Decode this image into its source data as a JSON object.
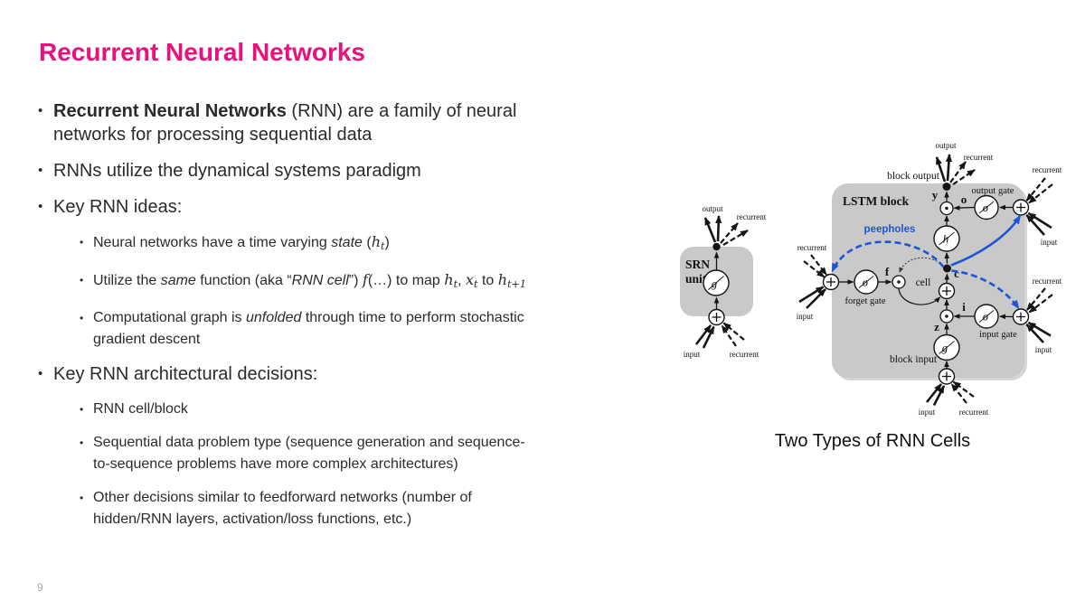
{
  "title": "Recurrent Neural Networks",
  "page_number": "9",
  "caption": "Two Types of RNN Cells",
  "colors": {
    "accent_pink": "#e9117c",
    "body_text": "#2b2b2b",
    "diagram_grey": "#c9c9c9",
    "peephole_blue": "#1d55d6",
    "page_number_grey": "#a8a8a8"
  },
  "bullets": [
    {
      "level": 1,
      "lines": [
        {
          "segments": [
            {
              "text": "Recurrent Neural Networks",
              "style": "bold"
            },
            {
              "text": " (RNN) are a family of neural",
              "style": "normal"
            }
          ]
        },
        {
          "segments": [
            {
              "text": "networks for processing sequential data",
              "style": "normal"
            }
          ]
        }
      ]
    },
    {
      "level": 1,
      "lines": [
        {
          "segments": [
            {
              "text": "RNNs utilize the dynamical systems paradigm",
              "style": "normal"
            }
          ]
        }
      ]
    },
    {
      "level": 1,
      "lines": [
        {
          "segments": [
            {
              "text": "Key RNN ideas:",
              "style": "normal"
            }
          ]
        }
      ]
    },
    {
      "level": 2,
      "lines": [
        {
          "segments": [
            {
              "text": "Neural networks have a time varying ",
              "style": "normal"
            },
            {
              "text": "state",
              "style": "italic"
            },
            {
              "text": " (",
              "style": "normal"
            },
            {
              "text": "h",
              "style": "math"
            },
            {
              "text": "t",
              "style": "mathsub"
            },
            {
              "text": ")",
              "style": "normal"
            }
          ]
        }
      ]
    },
    {
      "level": 2,
      "lines": [
        {
          "segments": [
            {
              "text": "Utilize the ",
              "style": "normal"
            },
            {
              "text": "same",
              "style": "italic"
            },
            {
              "text": " function (aka “",
              "style": "normal"
            },
            {
              "text": "RNN cell",
              "style": "italic"
            },
            {
              "text": "”) ",
              "style": "normal"
            },
            {
              "text": "f",
              "style": "math"
            },
            {
              "text": "(…) to map ",
              "style": "normal"
            },
            {
              "text": "h",
              "style": "math"
            },
            {
              "text": "t",
              "style": "mathsub"
            },
            {
              "text": ", ",
              "style": "normal"
            },
            {
              "text": "x",
              "style": "math"
            },
            {
              "text": "t",
              "style": "mathsub"
            },
            {
              "text": " to ",
              "style": "normal"
            },
            {
              "text": "h",
              "style": "math"
            },
            {
              "text": "t+1",
              "style": "mathsub"
            }
          ]
        }
      ]
    },
    {
      "level": 2,
      "lines": [
        {
          "segments": [
            {
              "text": "Computational graph is ",
              "style": "normal"
            },
            {
              "text": "unfolded",
              "style": "italic"
            },
            {
              "text": " through time to perform stochastic",
              "style": "normal"
            }
          ]
        },
        {
          "segments": [
            {
              "text": "gradient descent",
              "style": "normal"
            }
          ]
        }
      ]
    },
    {
      "level": 1,
      "lines": [
        {
          "segments": [
            {
              "text": "Key RNN architectural decisions:",
              "style": "normal"
            }
          ]
        }
      ]
    },
    {
      "level": 2,
      "lines": [
        {
          "segments": [
            {
              "text": "RNN cell/block",
              "style": "normal"
            }
          ]
        }
      ]
    },
    {
      "level": 2,
      "lines": [
        {
          "segments": [
            {
              "text": "Sequential data problem type (sequence generation and sequence-",
              "style": "normal"
            }
          ]
        },
        {
          "segments": [
            {
              "text": "to-sequence problems have more complex architectures)",
              "style": "normal"
            }
          ]
        }
      ]
    },
    {
      "level": 2,
      "lines": [
        {
          "segments": [
            {
              "text": "Other decisions similar to feedforward networks (number of",
              "style": "normal"
            }
          ]
        },
        {
          "segments": [
            {
              "text": "hidden/RNN layers, activation/loss functions, etc.)",
              "style": "normal"
            }
          ]
        }
      ]
    }
  ],
  "diagram": {
    "srn_title_1": "SRN",
    "srn_title_2": "unit",
    "lstm_title": "LSTM block",
    "peepholes": "peepholes",
    "cell": "cell",
    "forget_gate": "forget gate",
    "input_gate": "input gate",
    "output_gate": "output gate",
    "block_input": "block input",
    "block_output": "block output",
    "lbl_input": "input",
    "lbl_recurrent": "recurrent",
    "lbl_output": "output",
    "sym_y": "y",
    "sym_o": "o",
    "sym_c": "c",
    "sym_f": "f",
    "sym_i": "i",
    "sym_z": "z",
    "act_g": "g",
    "act_h": "h",
    "act_sigma": "σ"
  }
}
